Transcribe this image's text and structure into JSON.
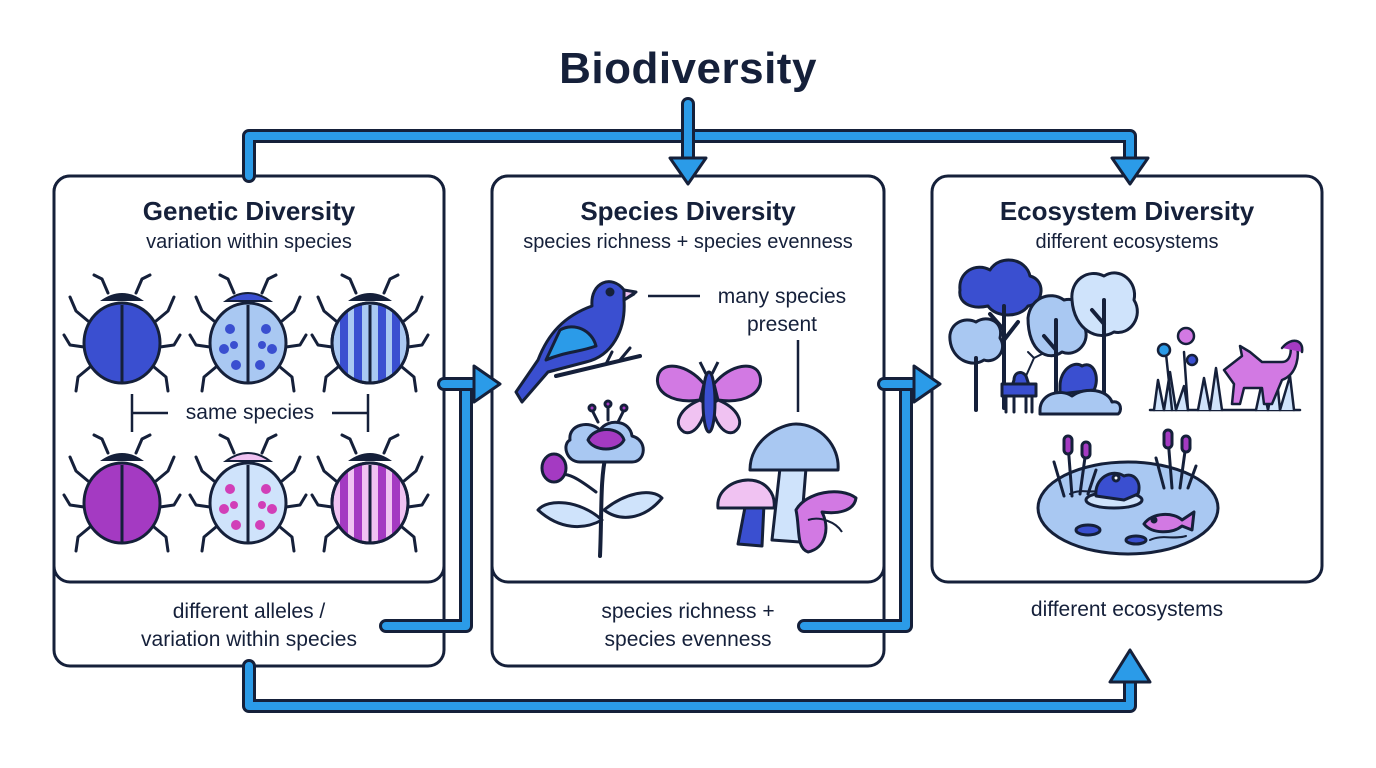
{
  "title": "Biodiversity",
  "panels": {
    "genetic": {
      "title": "Genetic Diversity",
      "subtitle": "variation within species",
      "label": "same species",
      "footer": [
        "different alleles /",
        "variation within species"
      ]
    },
    "species": {
      "title": "Species Diversity",
      "subtitle": "species richness + species evenness",
      "label": [
        "many species",
        "present"
      ],
      "footer": [
        "species richness +",
        "species evenness"
      ]
    },
    "ecosystem": {
      "title": "Ecosystem Diversity",
      "subtitle": "different ecosystems",
      "footer": "different ecosystems"
    }
  },
  "colors": {
    "ink": "#15203a",
    "arrow": "#2b9be8",
    "arrow_outline": "#15203a",
    "royal_blue": "#3a4fd0",
    "light_blue": "#a9c8f2",
    "pale_blue": "#cfe3fb",
    "magenta": "#a43ac2",
    "orchid": "#d279e3",
    "pink": "#f0c2f2"
  }
}
